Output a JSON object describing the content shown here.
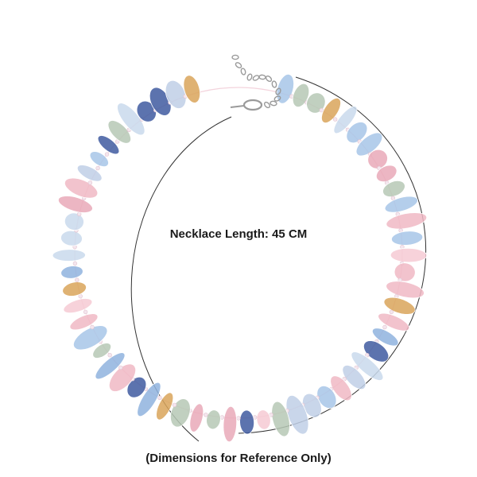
{
  "product": {
    "length_label": "Necklace Length: 45 CM",
    "footer_note": "(Dimensions for Reference Only)"
  },
  "colors": {
    "background": "#ffffff",
    "text": "#1a1a1a",
    "dimension_line": "#333333",
    "metal": "#9a9a9a",
    "pearl": "#f4e6ee",
    "stone_palette": [
      "#8fb3de",
      "#a7c6e8",
      "#f0b8c4",
      "#f6cad3",
      "#c9d9ec",
      "#b6c8b5",
      "#3f5aa0",
      "#d9a55a",
      "#bfcfe6",
      "#e9a9b8"
    ]
  },
  "icons": {
    "necklace": "necklace-illustration"
  }
}
